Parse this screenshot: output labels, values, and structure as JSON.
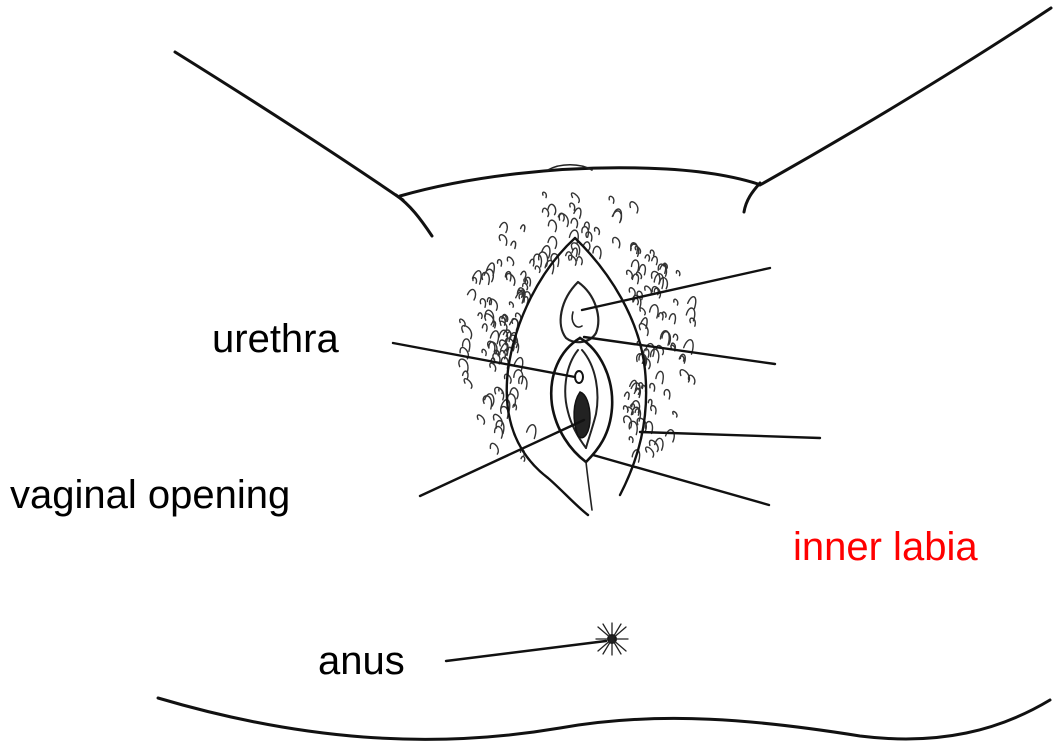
{
  "labels": {
    "urethra": "urethra",
    "vaginal_opening": "vaginal opening",
    "inner_labia": "inner labia",
    "anus": "anus"
  },
  "colors": {
    "highlight_label": "#ff0000",
    "line": "#111111",
    "background": "#ffffff"
  }
}
